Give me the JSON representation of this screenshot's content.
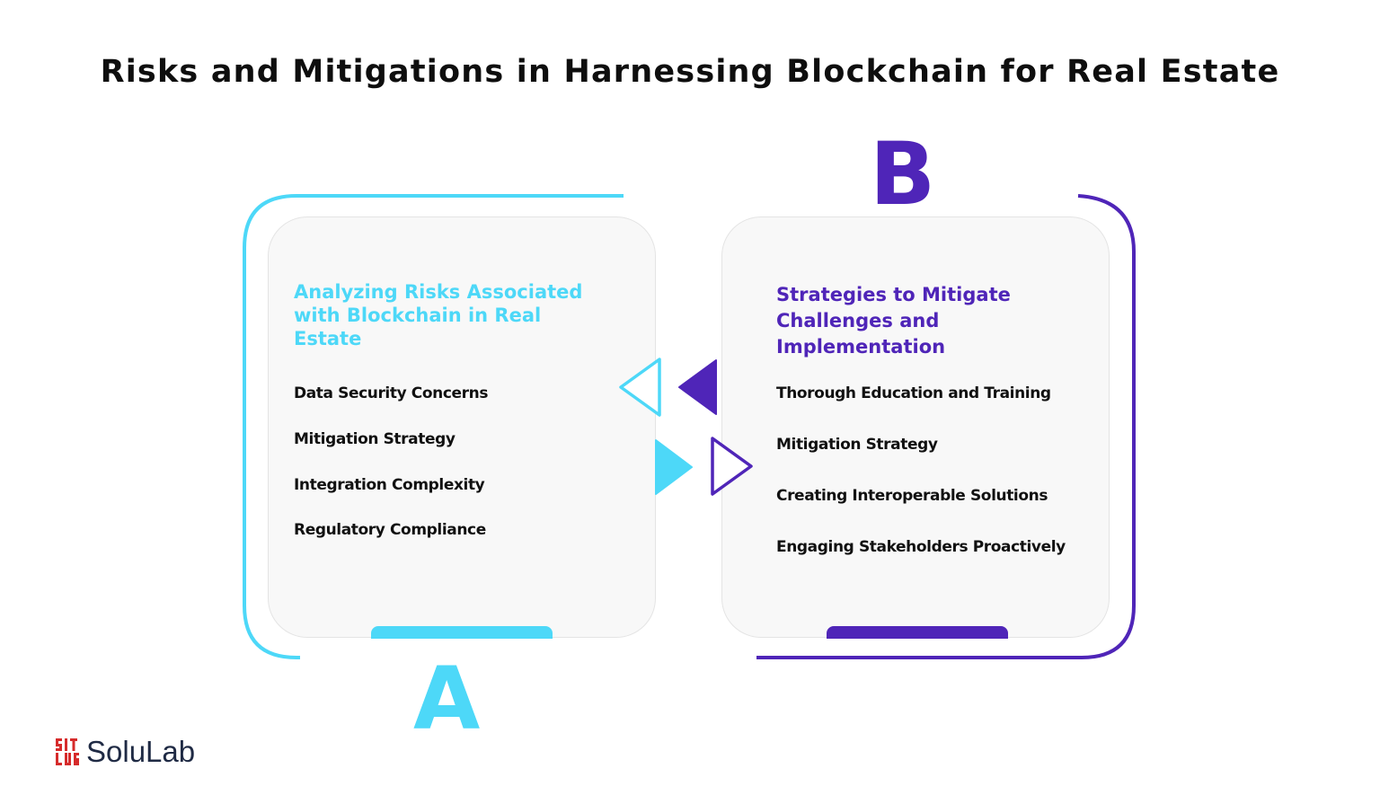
{
  "title": "Risks and Mitigations in Harnessing Blockchain for Real Estate",
  "colors": {
    "accent_a": "#4dd8f8",
    "accent_b": "#4f25b8",
    "text": "#111111",
    "card_bg": "#f8f8f8",
    "logo_red": "#d62b2b"
  },
  "section_a": {
    "letter": "A",
    "heading": "Analyzing Risks Associated with Blockchain in Real Estate",
    "items": [
      "Data Security Concerns",
      "Mitigation Strategy",
      "Integration Complexity",
      "Regulatory Compliance"
    ]
  },
  "section_b": {
    "letter": "B",
    "heading": "Strategies to Mitigate Challenges and Implementation",
    "items": [
      "Thorough Education and Training",
      "Mitigation Strategy",
      "Creating Interoperable Solutions",
      "Engaging Stakeholders Proactively"
    ]
  },
  "logo": {
    "text": "SoluLab",
    "icon": "solulab-logo-icon"
  }
}
